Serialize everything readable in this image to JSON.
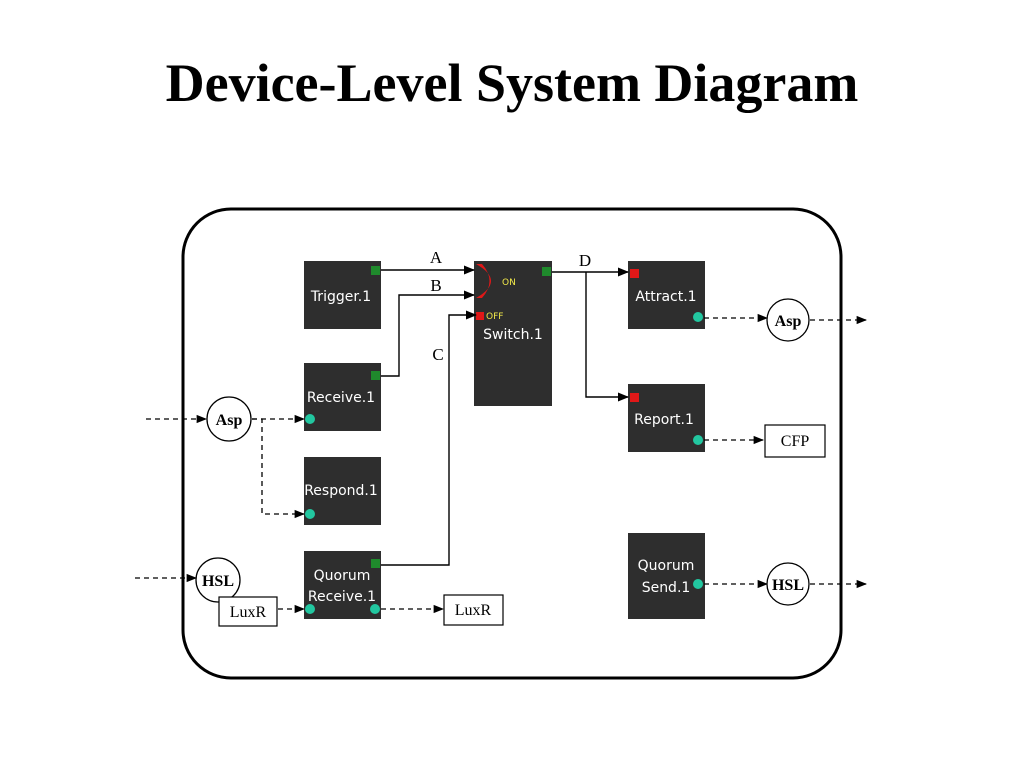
{
  "title": "Device-Level System Diagram",
  "colors": {
    "block_fill": "#2e2e2e",
    "output_port": "#1f8a2c",
    "input_port_red": "#e01818",
    "input_port_teal": "#22c7a0",
    "switch_arc": "#e01818",
    "switch_text": "#f2e94a"
  },
  "blocks": {
    "trigger": {
      "label": "Trigger.1"
    },
    "receive": {
      "label": "Receive.1"
    },
    "respond": {
      "label": "Respond.1"
    },
    "quorum_receive": {
      "line1": "Quorum",
      "line2": "Receive.1"
    },
    "switch": {
      "label": "Switch.1",
      "on": "ON",
      "off": "OFF"
    },
    "attract": {
      "label": "Attract.1"
    },
    "report": {
      "label": "Report.1"
    },
    "quorum_send": {
      "line1": "Quorum",
      "line2": "Send.1"
    }
  },
  "signals": {
    "a": "A",
    "b": "B",
    "c": "C",
    "d": "D"
  },
  "nodes": {
    "asp_in": "Asp",
    "hsl_in": "HSL",
    "asp_out": "Asp",
    "hsl_out": "HSL"
  },
  "external": {
    "luxr_in": "LuxR",
    "luxr_out": "LuxR",
    "cfp": "CFP"
  }
}
